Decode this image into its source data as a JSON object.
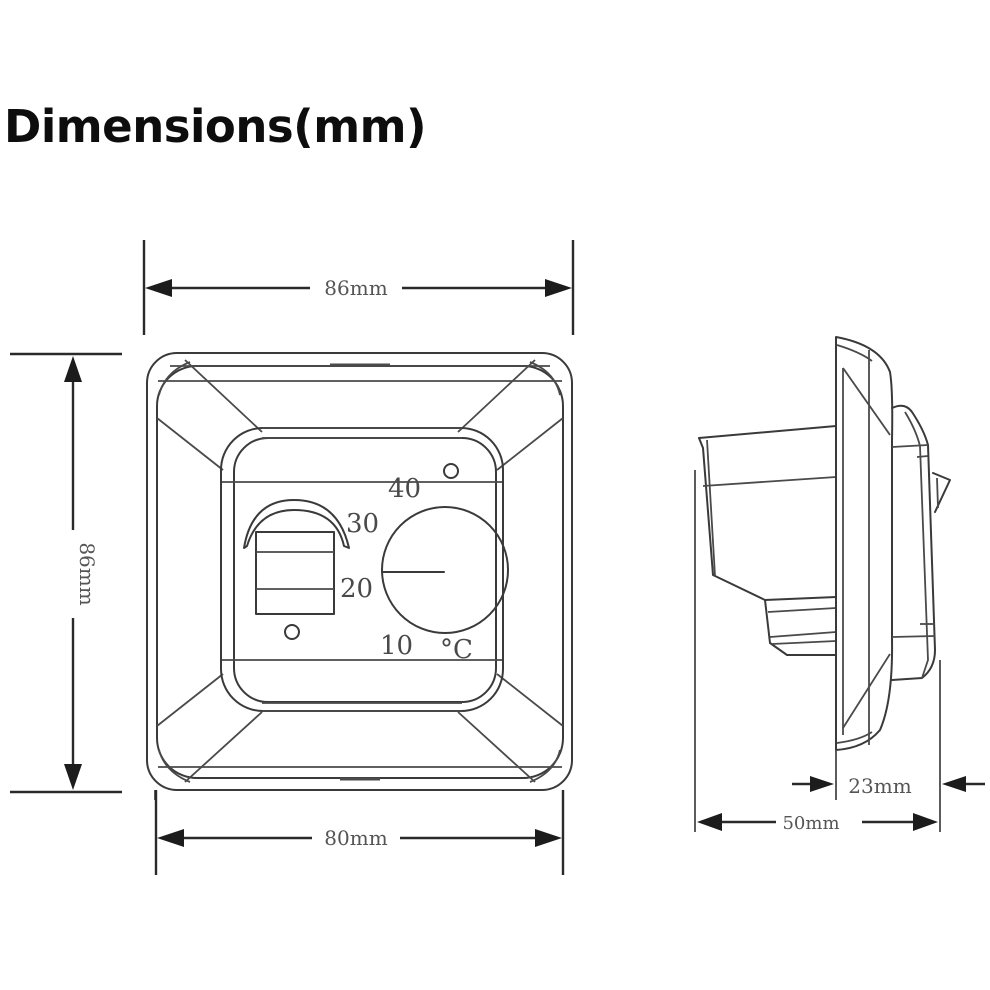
{
  "title": "Dimensions(mm)",
  "front_view": {
    "width_top_label": "86mm",
    "height_label": "86mm",
    "width_bottom_label": "80mm",
    "dial": {
      "scale_labels": [
        "40",
        "30",
        "20",
        "10"
      ],
      "unit": "°C"
    }
  },
  "side_view": {
    "depth_front_label": "23mm",
    "depth_total_label": "50mm"
  },
  "colors": {
    "line": "#3a3a3a",
    "background": "#ffffff",
    "title": "#0d0d0d"
  }
}
